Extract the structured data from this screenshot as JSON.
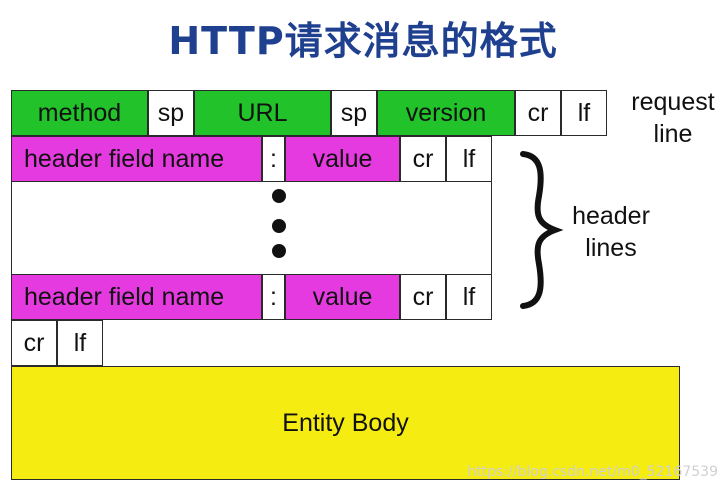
{
  "title": "HTTP请求消息的格式",
  "request_line": {
    "method": "method",
    "sp1": "sp",
    "url": "URL",
    "sp2": "sp",
    "version": "version",
    "cr": "cr",
    "lf": "lf"
  },
  "request_line_label": [
    "request",
    "line"
  ],
  "header_line_1": {
    "field_name": "header field name",
    "colon": ":",
    "value": "value",
    "cr": "cr",
    "lf": "lf"
  },
  "header_line_2": {
    "field_name": "header field name",
    "colon": ":",
    "value": "value",
    "cr": "cr",
    "lf": "lf"
  },
  "header_lines_label": [
    "header",
    "lines"
  ],
  "blank_line": {
    "cr": "cr",
    "lf": "lf"
  },
  "entity_body": "Entity Body",
  "watermark": "https://blog.csdn.net/m0_52167539",
  "colors": {
    "title": "#1f3f8f",
    "request_line": "#22c22a",
    "header": "#e53ae0",
    "entity_body": "#f5ec11"
  }
}
